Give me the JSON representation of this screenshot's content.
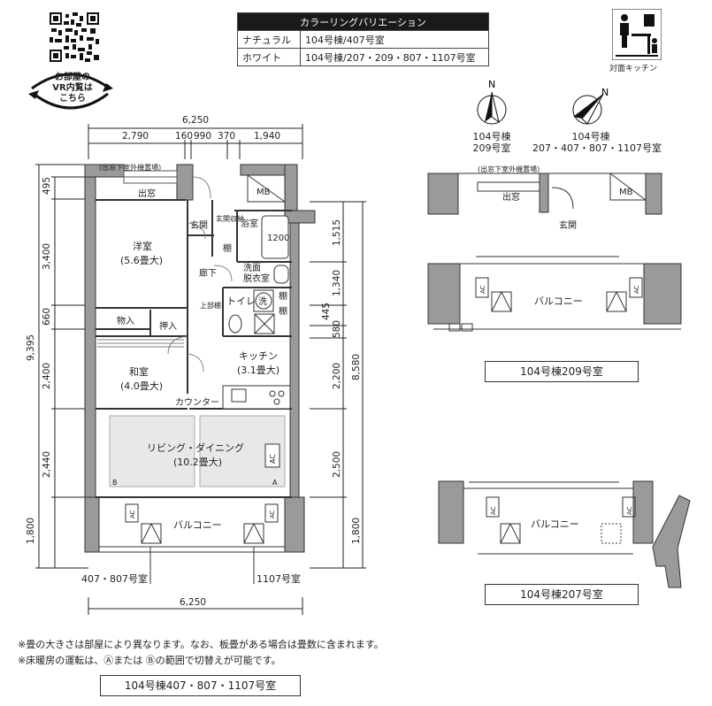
{
  "variation": {
    "title": "カラーリングバリエーション",
    "rows": [
      {
        "name": "ナチュラル",
        "units": "104号棟/407号室"
      },
      {
        "name": "ホワイト",
        "units": "104号棟/207・209・807・1107号室"
      }
    ]
  },
  "vr": {
    "label_1": "お部屋の",
    "label_2": "VR内覧は",
    "label_3": "こちら"
  },
  "kitchen_icon_label": "対面キッチン",
  "compass": {
    "a": {
      "n": "N",
      "line1": "104号棟",
      "line2": "209号室"
    },
    "b": {
      "n": "N",
      "line1": "104号棟",
      "line2": "207・407・807・1107号室"
    }
  },
  "dims": {
    "top_total": "6,250",
    "top_parts": [
      "2,790",
      "160",
      "990",
      "370",
      "1,940"
    ],
    "bottom_total": "6,250",
    "left_total": "9,395",
    "left_parts": [
      "495",
      "3,400",
      "660",
      "2,400",
      "2,440",
      "1,800"
    ],
    "right_total": "8,580",
    "right_parts": [
      "1,515",
      "1,340",
      "580",
      "2,200",
      "2,500",
      "1,800"
    ],
    "right_small": "445"
  },
  "rooms": {
    "window_label": "(出窓下室外機置場)",
    "demado": "出窓",
    "mb": "MB",
    "genkan": "玄関",
    "genkan_storage": "玄関収納",
    "yokushitsu": "浴室",
    "bath_size": "1200",
    "tana": "棚",
    "youshitsu": "洋室",
    "youshitsu_size": "(5.6畳大)",
    "rouka": "廊下",
    "senmen": "洗面",
    "datsuishitsu": "脱衣室",
    "toilet": "トイレ",
    "upper_storage": "上部棚",
    "sentaku": "洗",
    "monoire": "物入",
    "oshiire": "押入",
    "washitsu": "和室",
    "washitsu_size": "(4.0畳大)",
    "kitchen": "キッチン",
    "kitchen_size": "(3.1畳大)",
    "counter": "カウンター",
    "living": "リビング・ダイニング",
    "living_size": "(10.2畳大)",
    "ac": "AC",
    "mark_a": "A",
    "mark_b": "B",
    "balcony": "バルコニー"
  },
  "unit_labels": {
    "left": "407・807号室",
    "right": "1107号室"
  },
  "notes": [
    "※畳の大きさは部屋により異なります。なお、板畳がある場合は畳数に含まれます。",
    "※床暖房の運転は、Ⓐまたは Ⓑの範囲で切替えが可能です。"
  ],
  "plates": {
    "main": "104号棟407・807・1107号室",
    "p209": "104号棟209号室",
    "p207": "104号棟207号室"
  },
  "side": {
    "demado": "出窓",
    "window_label": "(出窓下室外機置場)",
    "mb": "MB",
    "genkan": "玄関",
    "balcony": "バルコニー",
    "ac": "AC"
  }
}
